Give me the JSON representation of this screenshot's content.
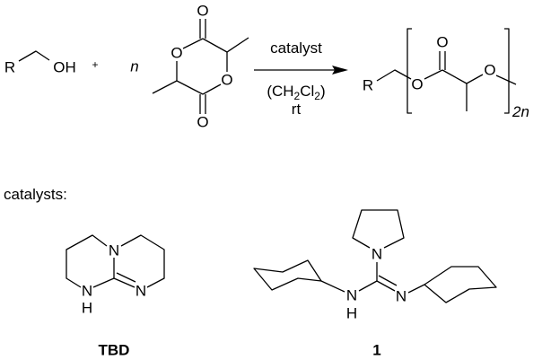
{
  "reaction": {
    "reactant1": {
      "r_group": "R",
      "hydroxyl": "OH"
    },
    "plus": "+",
    "coefficient": "n",
    "lactide_atoms": [
      "O",
      "O",
      "O",
      "O"
    ],
    "conditions": {
      "above_arrow": "catalyst",
      "solvent_open": "(CH",
      "solvent_sub1": "2",
      "solvent_mid": "Cl",
      "solvent_sub2": "2",
      "solvent_close": ")",
      "temperature": "rt"
    },
    "product": {
      "r_group": "R",
      "atoms": [
        "O",
        "O",
        "O"
      ],
      "repeat": "2n"
    }
  },
  "catalysts_label": "catalysts:",
  "catalysts": [
    {
      "name": "TBD",
      "atoms": [
        "N",
        "N",
        "H",
        "N"
      ]
    },
    {
      "name": "1",
      "atoms": [
        "N",
        "N",
        "H",
        "N"
      ]
    }
  ]
}
